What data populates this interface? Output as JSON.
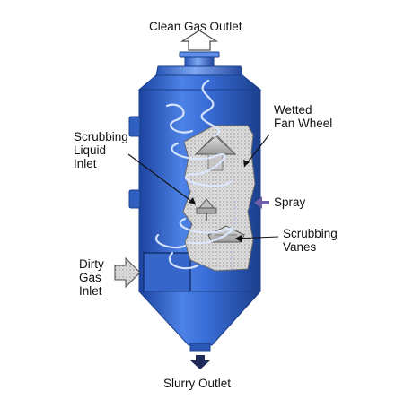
{
  "diagram": {
    "labels": {
      "clean_gas_outlet": "Clean Gas Outlet",
      "wetted_fan_wheel": [
        "Wetted",
        "Fan Wheel"
      ],
      "scrubbing_liquid_inlet": [
        "Scrubbing",
        "Liquid",
        "Inlet"
      ],
      "spray": "Spray",
      "scrubbing_vanes": [
        "Scrubbing",
        "Vanes"
      ],
      "dirty_gas_inlet": [
        "Dirty",
        "Gas",
        "Inlet"
      ],
      "slurry_outlet": "Slurry Outlet"
    },
    "colors": {
      "vessel_body": "#2d63c8",
      "vessel_light": "#6f9cf0",
      "vessel_dark": "#1b3f8c",
      "internals_gray": "#b9b9b9",
      "arrow_dark": "#1f2a5a",
      "spray_arrow": "#6d5fa8"
    }
  }
}
